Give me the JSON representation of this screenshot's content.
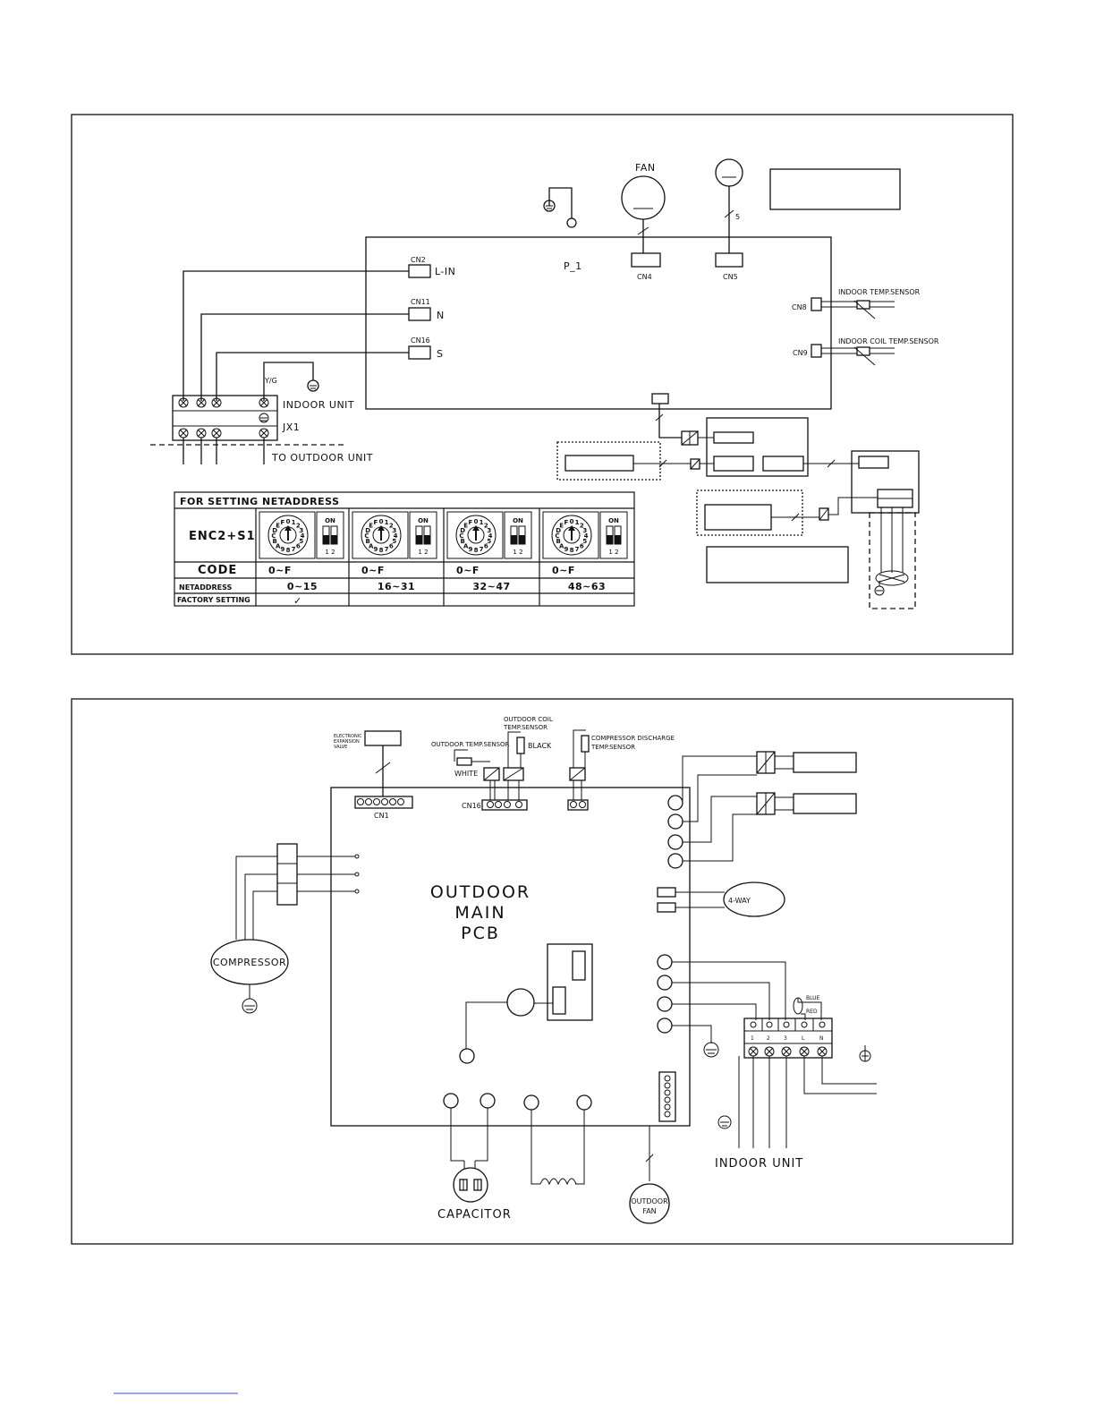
{
  "indoor": {
    "fan_label": "FAN",
    "cn2": "CN2",
    "l_in": "L-IN",
    "cn11": "CN11",
    "n": "N",
    "cn16": "CN16",
    "s": "S",
    "p1": "P_1",
    "cn4": "CN4",
    "cn5": "CN5",
    "wire5": "5",
    "cn8": "CN8",
    "cn9": "CN9",
    "indoor_temp_sensor": "INDOOR TEMP.SENSOR",
    "indoor_coil_temp_sensor": "INDOOR COIL TEMP.SENSOR",
    "yg": "Y/G",
    "indoor_unit": "INDOOR UNIT",
    "jx1": "JX1",
    "to_outdoor_unit": "TO OUTDOOR UNIT"
  },
  "netaddress_table": {
    "title": "FOR SETTING NETADDRESS",
    "row_enc": "ENC2+S1",
    "row_code": "CODE",
    "row_netaddress": "NETADDRESS",
    "row_factory": "FACTORY SETTING",
    "dial_chars": "0123456789ABCDEF",
    "switch_on": "ON",
    "switch_nums": "1 2",
    "columns": [
      {
        "code": "0~F",
        "netaddress": "0~15",
        "factory": "✓"
      },
      {
        "code": "0~F",
        "netaddress": "16~31",
        "factory": ""
      },
      {
        "code": "0~F",
        "netaddress": "32~47",
        "factory": ""
      },
      {
        "code": "0~F",
        "netaddress": "48~63",
        "factory": ""
      }
    ]
  },
  "outdoor": {
    "eev": [
      "ELECTRONIC",
      "EXPANSION",
      "VALVE"
    ],
    "outdoor_temp_sensor": "OUTDOOR TEMP.SENSOR",
    "white": "WHITE",
    "outdoor_coil": [
      "OUTDOOR COIL",
      "TEMP.SENSOR"
    ],
    "black": "BLACK",
    "discharge": [
      "COMPRESSOR DISCHARGE",
      "TEMP.SENSOR"
    ],
    "cn1": "CN1",
    "cn16": "CN16",
    "pcb_lines": [
      "OUTDOOR",
      "MAIN",
      "PCB"
    ],
    "four_way": "4-WAY",
    "compressor": "COMPRESSOR",
    "blue": "BLUE",
    "red": "RED",
    "terminals": [
      "1",
      "2",
      "3",
      "L",
      "N"
    ],
    "indoor_unit": "INDOOR UNIT",
    "capacitor": "CAPACITOR",
    "outdoor_fan": [
      "OUTDOOR",
      "FAN"
    ]
  }
}
